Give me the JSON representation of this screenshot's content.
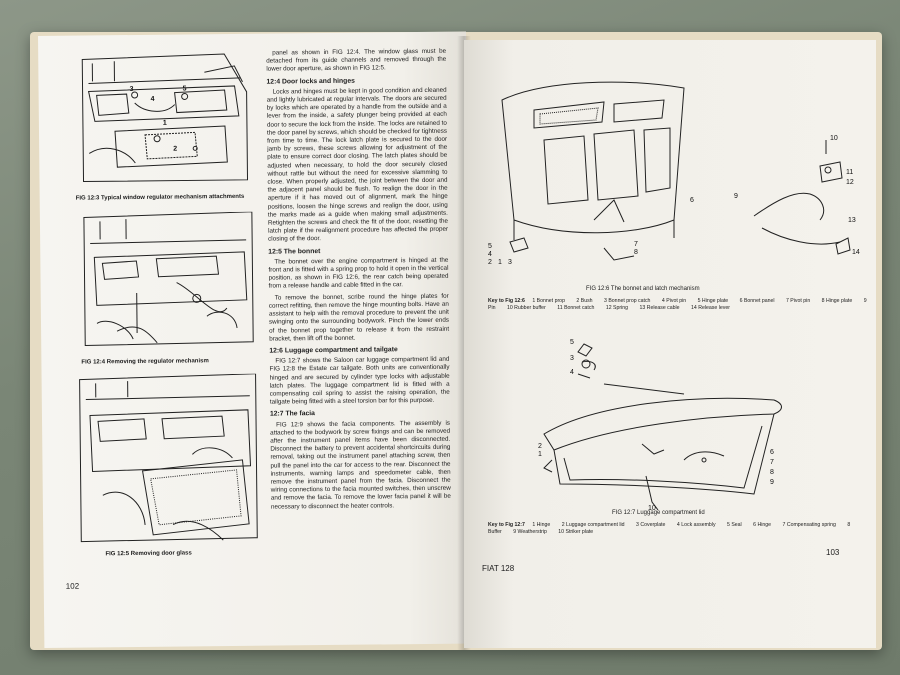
{
  "left_page": {
    "figures": [
      {
        "id": "fig12_3",
        "caption": "FIG 12:3  Typical window regulator mechanism attachments",
        "labels": [
          "3",
          "5",
          "4",
          "1",
          "2"
        ]
      },
      {
        "id": "fig12_4",
        "caption": "FIG 12:4  Removing the regulator mechanism"
      },
      {
        "id": "fig12_5",
        "caption": "FIG 12:5  Removing door glass"
      }
    ],
    "text_blocks": [
      {
        "heading": "",
        "paragraphs": [
          "panel as shown in FIG 12:4. The window glass must be detached from its guide channels and removed through the lower door aperture, as shown in FIG 12:5."
        ]
      },
      {
        "heading": "12:4  Door locks and hinges",
        "paragraphs": [
          "Locks and hinges must be kept in good condition and cleaned and lightly lubricated at regular intervals. The doors are secured by locks which are operated by a handle from the outside and a lever from the inside, a safety plunger being provided at each door to secure the lock from the inside. The locks are retained to the door panel by screws, which should be checked for tightness from time to time. The lock latch plate is secured to the door jamb by screws, these screws allowing for adjustment of the plate to ensure correct door closing. The latch plates should be adjusted when necessary, to hold the door securely closed without rattle but without the need for excessive slamming to close. When properly adjusted, the joint between the door and the adjacent panel should be flush. To realign the door in the aperture if it has moved out of alignment, mark the hinge positions, loosen the hinge screws and realign the door, using the marks made as a guide when making small adjustments. Retighten the screws and check the fit of the door, resetting the latch plate if the realignment procedure has affected the proper closing of the door."
        ]
      },
      {
        "heading": "12:5  The bonnet",
        "paragraphs": [
          "The bonnet over the engine compartment is hinged at the front and is fitted with a spring prop to hold it open in the vertical position, as shown in FIG 12:6, the rear catch being operated from a release handle and cable fitted in the car.",
          "To remove the bonnet, scribe round the hinge plates for correct refitting, then remove the hinge mounting bolts. Have an assistant to help with the removal procedure to prevent the unit swinging onto the surrounding bodywork. Pinch the lower ends of the bonnet prop together to release it from the restraint bracket, then lift off the bonnet."
        ]
      },
      {
        "heading": "12:6  Luggage compartment and tailgate",
        "paragraphs": [
          "FIG 12:7 shows the Saloon car luggage compartment lid and FIG 12:8 the Estate car tailgate. Both units are conventionally hinged and are secured by cylinder type locks with adjustable latch plates. The luggage compartment lid is fitted with a compensating coil spring to assist the raising operation, the tailgate being fitted with a steel torsion bar for this purpose."
        ]
      },
      {
        "heading": "12:7  The facia",
        "paragraphs": [
          "FIG 12:9 shows the facia components. The assembly is attached to the bodywork by screw fixings and can be removed after the instrument panel items have been disconnected. Disconnect the battery to prevent accidental shortcircuits during removal, taking out the instrument panel attaching screw, then pull the panel into the car for access to the rear. Disconnect the instruments, warning lamps and speedometer cable, then remove the instrument panel from the facia. Disconnect the wiring connections to the facia mounted switches, then unscrew and remove the facia. To remove the lower facia panel it will be necessary to disconnect the heater controls."
        ]
      }
    ],
    "page_number": "102"
  },
  "right_page": {
    "fig12_6": {
      "caption": "FIG 12:6  The bonnet and latch mechanism",
      "labels": [
        "6",
        "7",
        "8",
        "5",
        "4",
        "2",
        "1",
        "3",
        "9",
        "10",
        "11",
        "12",
        "13",
        "14"
      ],
      "key_title": "Key to Fig 12:6",
      "key_items": [
        "1  Bonnet prop",
        "2  Bush",
        "3  Bonnet prop catch",
        "4  Pivot pin",
        "5  Hinge plate",
        "6  Bonnet panel",
        "7  Pivot pin",
        "8  Hinge plate",
        "9  Pin",
        "10  Rubber buffer",
        "11  Bonnet catch",
        "12  Spring",
        "13  Release cable",
        "14  Release lever"
      ]
    },
    "fig12_7": {
      "caption": "FIG 12:7  Luggage compartment lid",
      "labels": [
        "5",
        "3",
        "4",
        "2",
        "1",
        "6",
        "7",
        "8",
        "9",
        "10"
      ],
      "key_title": "Key to Fig 12:7",
      "key_items": [
        "1  Hinge",
        "2  Luggage compartment lid",
        "3  Coverplate",
        "4  Lock assembly",
        "5  Seal",
        "6  Hinge",
        "7  Compensating spring",
        "8  Buffer",
        "9  Weatherstrip",
        "10  Striker plate"
      ]
    },
    "footer": "FIAT 128",
    "page_number": "103"
  },
  "colors": {
    "paper": "#f4f2ec",
    "ink": "#1c1c1c",
    "table": "#7d8a79",
    "cover": "#e6dcc4"
  }
}
